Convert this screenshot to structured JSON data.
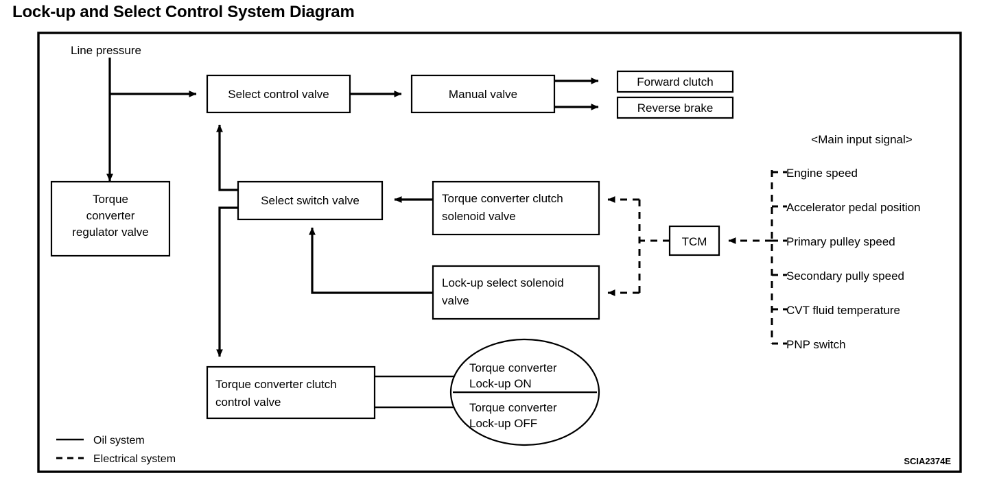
{
  "title": "Lock-up and Select Control System Diagram",
  "reference_code": "SCIA2374E",
  "labels": {
    "line_pressure": "Line pressure",
    "main_input_signal": "<Main input signal>"
  },
  "nodes": {
    "select_control_valve": "Select control valve",
    "manual_valve": "Manual valve",
    "forward_clutch": "Forward clutch",
    "reverse_brake": "Reverse brake",
    "torque_converter_regulator_valve_l1": "Torque",
    "torque_converter_regulator_valve_l2": "converter",
    "torque_converter_regulator_valve_l3": "regulator valve",
    "select_switch_valve": "Select switch valve",
    "tc_clutch_solenoid_valve_l1": "Torque converter clutch",
    "tc_clutch_solenoid_valve_l2": "solenoid valve",
    "lockup_select_solenoid_valve_l1": "Lock-up select solenoid",
    "lockup_select_solenoid_valve_l2": "valve",
    "tcm": "TCM",
    "tc_clutch_control_valve_l1": "Torque converter clutch",
    "tc_clutch_control_valve_l2": "control valve",
    "lockup_on_l1": "Torque converter",
    "lockup_on_l2": "Lock-up ON",
    "lockup_off_l1": "Torque converter",
    "lockup_off_l2": "Lock-up OFF"
  },
  "input_signals": [
    "Engine speed",
    "Accelerator pedal position",
    "Primary pulley speed",
    "Secondary pully speed",
    "CVT fluid temperature",
    "PNP switch"
  ],
  "legend": [
    {
      "style": "solid",
      "label": "Oil system"
    },
    {
      "style": "dashed",
      "label": "Electrical system"
    }
  ],
  "colors": {
    "stroke": "#000000",
    "background": "#ffffff",
    "text": "#000000"
  }
}
